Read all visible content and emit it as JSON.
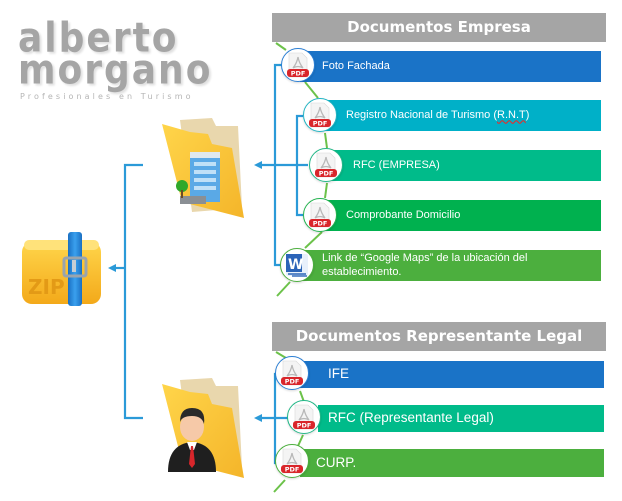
{
  "logo": {
    "line1": "alberto",
    "line2": "morgano",
    "tagline": "Profesionales en Turismo"
  },
  "root": {
    "icon": "zip-folder-icon",
    "label": "ZIP"
  },
  "sections": [
    {
      "id": "empresa",
      "title": "Documentos Empresa",
      "folder_icon": "building-folder-icon",
      "items": [
        {
          "label": "Foto Fachada",
          "icon": "pdf-icon",
          "icon_label": "PDF",
          "color": "#1a73c7"
        },
        {
          "label_main": "Registro Nacional de Turismo (",
          "label_abbr": "R.N.T",
          "label_end": ")",
          "icon": "pdf-icon",
          "icon_label": "PDF",
          "color": "#00b0c8"
        },
        {
          "label": "RFC (EMPRESA)",
          "icon": "pdf-icon",
          "icon_label": "PDF",
          "color": "#00bb8a"
        },
        {
          "label": "Comprobante Domicilio",
          "icon": "pdf-icon",
          "icon_label": "PDF",
          "color": "#00b14f"
        },
        {
          "label": "Link de “Google Maps” de la ubicación del establecimiento.",
          "icon": "word-icon",
          "icon_label": "W",
          "color": "#4caf3e"
        }
      ]
    },
    {
      "id": "representante",
      "title": "Documentos Representante Legal",
      "folder_icon": "person-folder-icon",
      "items": [
        {
          "label": "IFE",
          "icon": "pdf-icon",
          "icon_label": "PDF",
          "color": "#1a73c7"
        },
        {
          "label": "RFC (Representante Legal)",
          "icon": "pdf-icon",
          "icon_label": "PDF",
          "color": "#00bb8a"
        },
        {
          "label": "CURP.",
          "icon": "pdf-icon",
          "icon_label": "PDF",
          "color": "#4caf3e"
        }
      ]
    }
  ],
  "colors": {
    "header_bg": "#a5a5a5",
    "connector": "#2b9ad8",
    "chain": "#6cc24a"
  }
}
